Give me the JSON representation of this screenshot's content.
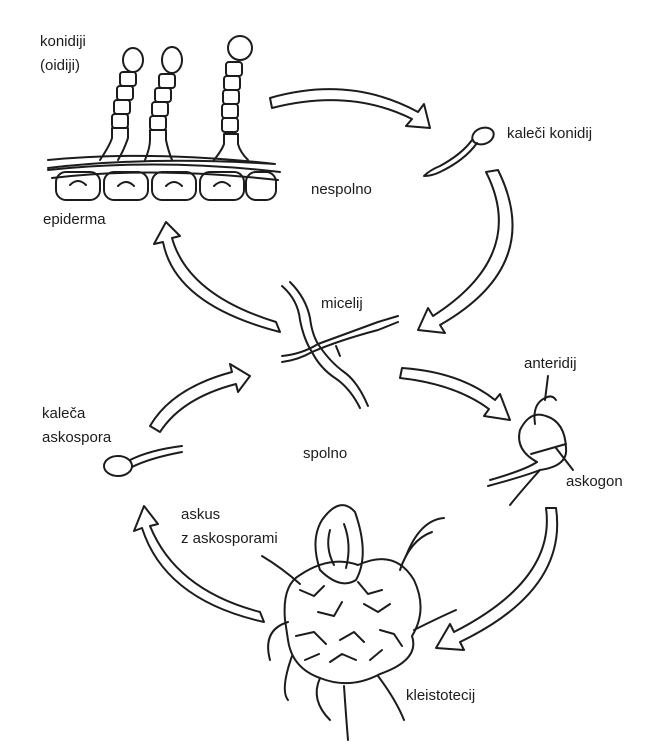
{
  "labels": {
    "konidiji": "konidiji",
    "oidiji": "(oidiji)",
    "kaleci_konidij": "kaleči konidij",
    "nespolno": "nespolno",
    "epiderma": "epiderma",
    "micelij": "micelij",
    "anteridij": "anteridij",
    "kaleca": "kaleča",
    "askospora": "askospora",
    "spolno": "spolno",
    "askogon": "askogon",
    "askus": "askus",
    "z_askosporami": "z askosporami",
    "kleistotecij": "kleistotecij"
  },
  "colors": {
    "ink": "#1c1c1c",
    "paper": "#ffffff"
  }
}
